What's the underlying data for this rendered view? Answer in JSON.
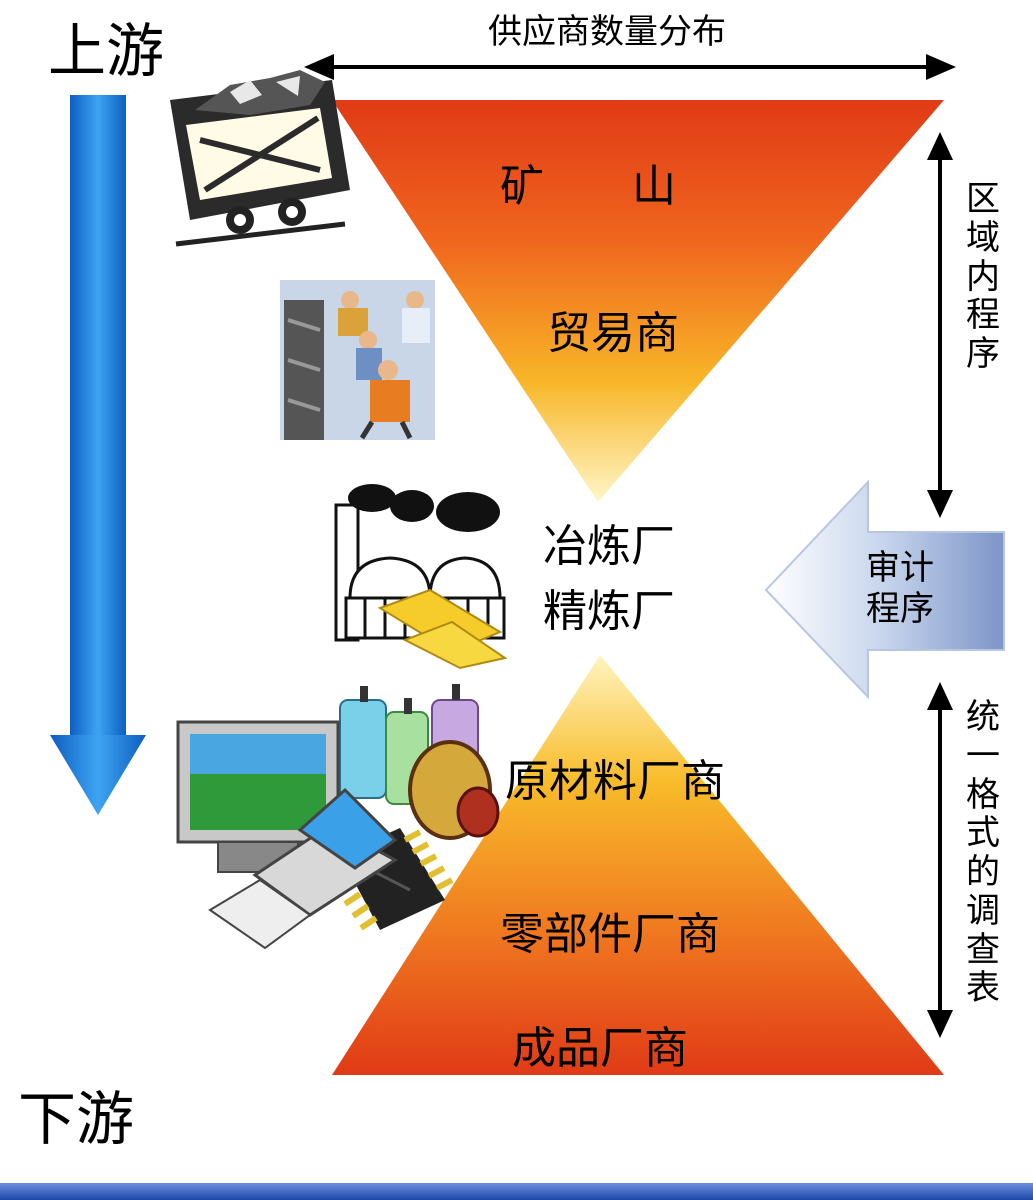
{
  "top_label": "上游",
  "bottom_label": "下游",
  "distribution_label": "供应商数量分布",
  "tiers": {
    "mine": "矿　　山",
    "trader": "贸易商",
    "smelter": "冶炼厂",
    "refinery": "精炼厂",
    "raw_material": "原材料厂商",
    "component": "零部件厂商",
    "finished": "成品厂商"
  },
  "audit_label": [
    "审计",
    "程序"
  ],
  "regional_label": [
    "区",
    "域",
    "内",
    "程",
    "序"
  ],
  "uniform_label": [
    "统",
    "一",
    "格",
    "式",
    "的",
    "调",
    "查",
    "表"
  ],
  "colors": {
    "funnel_edge": "#e0401a",
    "funnel_mid": "#f6b826",
    "arrow_blue": "#1a78d8",
    "bar_blue": "#2f5fbe"
  }
}
